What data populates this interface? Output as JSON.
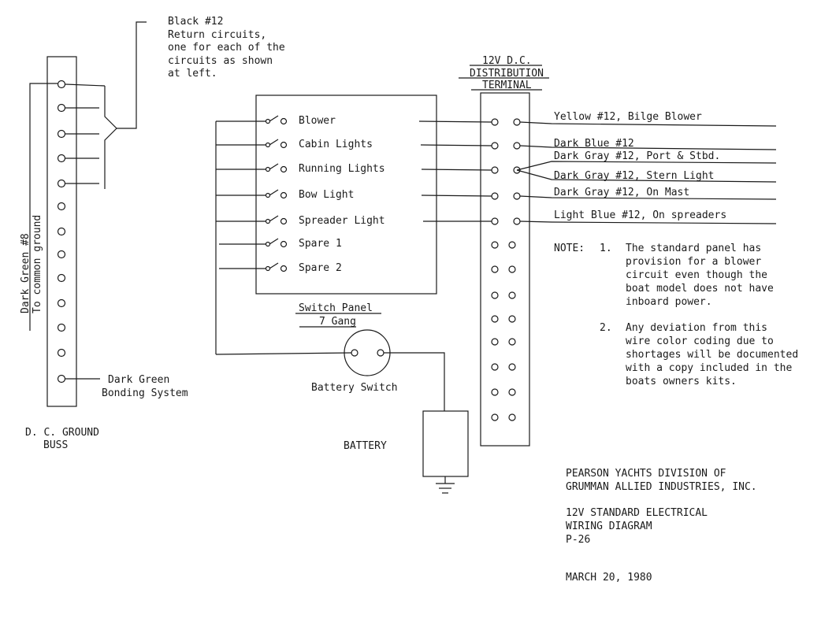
{
  "return_note": {
    "lines": [
      "Black #12",
      "Return circuits,",
      "one for each of the",
      "circuits as shown",
      "at left."
    ]
  },
  "ground_buss": {
    "vertical_label_1": "Dark Green #8",
    "vertical_label_2": "To common ground",
    "bonding_lines": [
      "Dark Green",
      "Bonding System"
    ],
    "title_lines": [
      "D. C. GROUND",
      "BUSS"
    ]
  },
  "switch_panel": {
    "switches": [
      "Blower",
      "Cabin Lights",
      "Running Lights",
      "Bow Light",
      "Spreader Light",
      "Spare 1",
      "Spare 2"
    ],
    "caption_lines": [
      "Switch Panel",
      "7 Gang"
    ]
  },
  "battery_switch": {
    "label": "Battery Switch"
  },
  "battery": {
    "label": "BATTERY"
  },
  "distribution_terminal": {
    "title_lines": [
      "12V D.C.",
      "DISTRIBUTION",
      "TERMINAL"
    ]
  },
  "wire_labels": [
    "Yellow #12, Bilge Blower",
    "Dark Blue #12",
    "Dark Gray #12, Port & Stbd.",
    "Dark Gray #12, Stern Light",
    "Dark Gray #12, On Mast",
    "Light Blue #12, On spreaders"
  ],
  "notes": {
    "heading": "NOTE:",
    "note1_number": "1.",
    "note1_lines": [
      "The standard panel has",
      "provision for a blower",
      "circuit even though the",
      "boat model does not have",
      "inboard power."
    ],
    "note2_number": "2.",
    "note2_lines": [
      "Any deviation from this",
      "wire color coding due to",
      "shortages will be documented",
      "with a copy included in the",
      "boats owners kits."
    ]
  },
  "title_block": {
    "company_lines": [
      "PEARSON YACHTS DIVISION OF",
      "GRUMMAN ALLIED INDUSTRIES, INC."
    ],
    "drawing_lines": [
      "12V STANDARD ELECTRICAL",
      "WIRING DIAGRAM",
      "P-26"
    ],
    "date": "MARCH 20, 1980"
  }
}
